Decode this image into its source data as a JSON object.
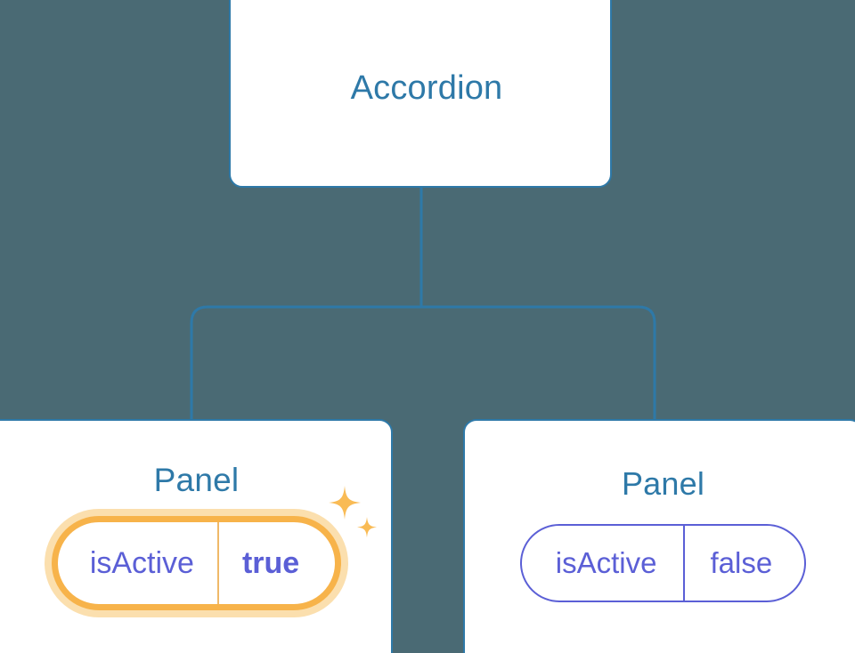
{
  "canvas": {
    "background_color": "#4a6a74",
    "edge_color": "#2e79a8"
  },
  "tree": {
    "root": {
      "title": "Accordion",
      "title_color": "#2e79a8",
      "card_border_color": "#2e79a8",
      "card_background": "#ffffff"
    },
    "children": [
      {
        "title": "Panel",
        "title_color": "#2e79a8",
        "highlighted": true,
        "prop": {
          "name": "isActive",
          "value": "true",
          "name_color": "#5b5fd6",
          "value_color": "#5b5fd6",
          "border_color": "#f7b34a",
          "glow_color": "#fbdfae"
        },
        "sparkle": {
          "icon": "sparkles-icon",
          "color": "#f9bb55"
        }
      },
      {
        "title": "Panel",
        "title_color": "#2e79a8",
        "highlighted": false,
        "prop": {
          "name": "isActive",
          "value": "false",
          "name_color": "#5b5fd6",
          "value_color": "#5b5fd6",
          "border_color": "#5b5fd6"
        }
      }
    ]
  }
}
